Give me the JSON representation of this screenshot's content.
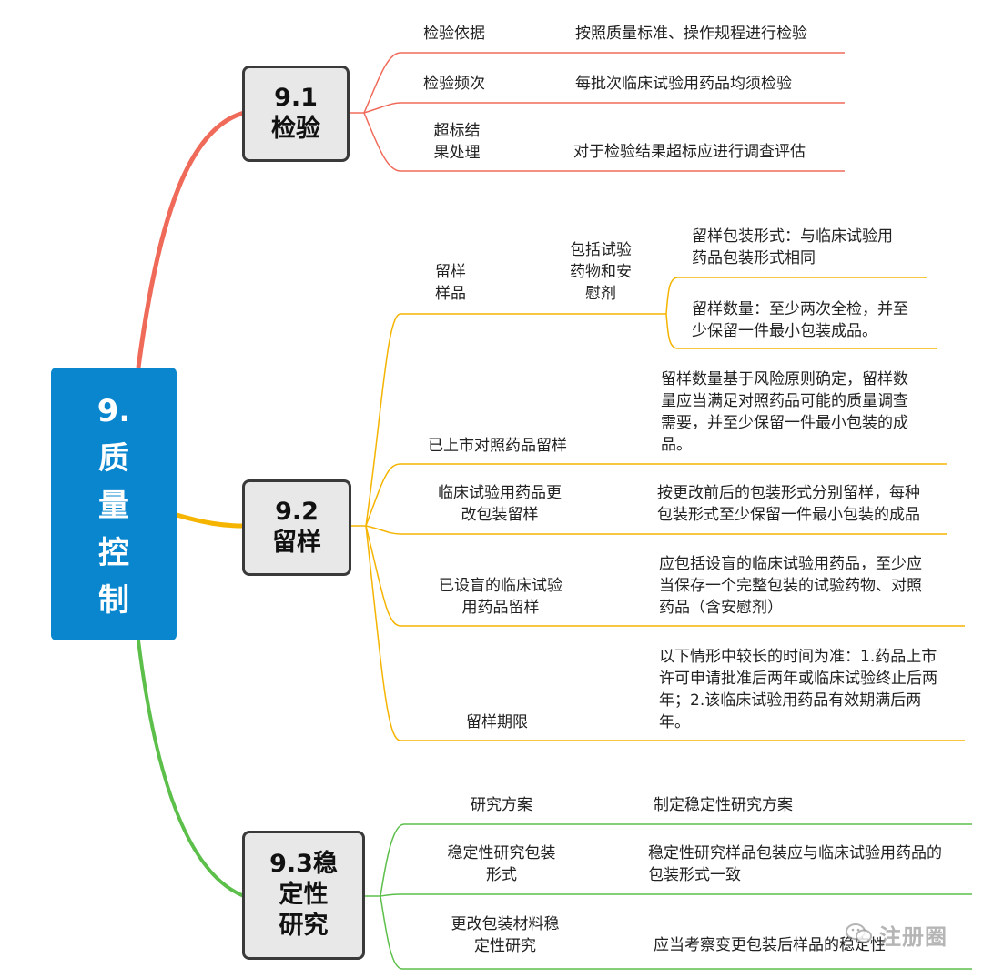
{
  "colors": {
    "root_bg": "#0a86cf",
    "branch_1": "#f06a5a",
    "branch_2": "#f5b400",
    "branch_3": "#5cbf4a"
  },
  "root": {
    "lines": [
      "9.",
      "质",
      "量",
      "控",
      "制"
    ]
  },
  "b1": {
    "title": [
      "9.1",
      "检验"
    ],
    "items": [
      {
        "label": "检验依据",
        "value": "按照质量标准、操作规程进行检验"
      },
      {
        "label": "检验频次",
        "value": "每批次临床试验用药品均须检验"
      },
      {
        "label": [
          "超标结",
          "果处理"
        ],
        "value": "对于检验结果超标应进行调查评估"
      }
    ]
  },
  "b2": {
    "title": [
      "9.2",
      "留样"
    ],
    "sample": {
      "label": [
        "留样",
        "样品"
      ],
      "mid": [
        "包括试验",
        "药物和安",
        "慰剂"
      ],
      "sub1": [
        "留样包装形式：与临床试验用",
        "药品包装形式相同"
      ],
      "sub2": [
        "留样数量：至少两次全检，并至",
        "少保留一件最小包装成品。"
      ]
    },
    "items": [
      {
        "label": [
          "已上市对照药品留样"
        ],
        "value": [
          "留样数量基于风险原则确定，留样数",
          "量应当满足对照药品可能的质量调查",
          "需要，并至少保留一件最小包装的成",
          "品。"
        ]
      },
      {
        "label": [
          "临床试验用药品更",
          "改包装留样"
        ],
        "value": [
          "按更改前后的包装形式分别留样，每种",
          "包装形式至少保留一件最小包装的成品"
        ]
      },
      {
        "label": [
          "已设盲的临床试验",
          "用药品留样"
        ],
        "value": [
          "应包括设盲的临床试验用药品，至少应",
          "当保存一个完整包装的试验药物、对照",
          "药品（含安慰剂）"
        ]
      },
      {
        "label": [
          "留样期限"
        ],
        "value": [
          "以下情形中较长的时间为准：1.药品上市",
          "许可申请批准后两年或临床试验终止后两",
          "年；2.该临床试验用药品有效期满后两",
          "年。"
        ]
      }
    ]
  },
  "b3": {
    "title": [
      "9.3稳",
      "定性",
      "研究"
    ],
    "items": [
      {
        "label": [
          "研究方案"
        ],
        "value": [
          "制定稳定性研究方案"
        ]
      },
      {
        "label": [
          "稳定性研究包装",
          "形式"
        ],
        "value": [
          "稳定性研究样品包装应与临床试验用药品的",
          "包装形式一致"
        ]
      },
      {
        "label": [
          "更改包装材料稳",
          "定性研究"
        ],
        "value": [
          "应当考察变更包装后样品的稳定性"
        ]
      }
    ]
  },
  "watermark": "注册圈",
  "icons": {
    "watermark": "wechat-icon"
  }
}
